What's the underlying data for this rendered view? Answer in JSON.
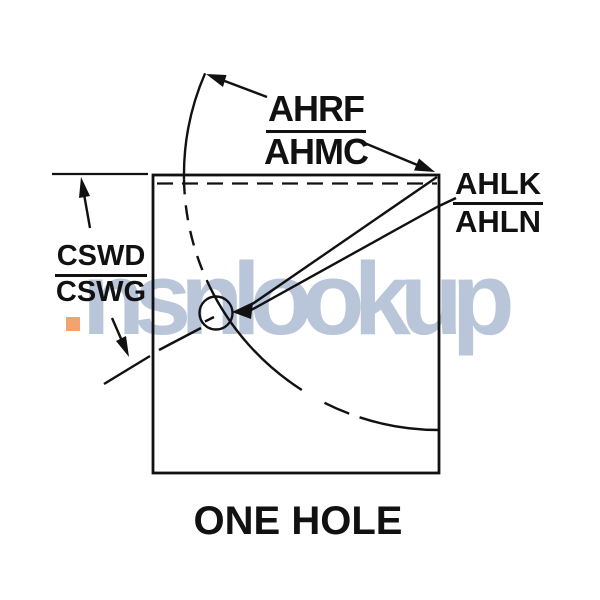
{
  "figure": {
    "caption": "ONE HOLE",
    "type": "technical-dimension-diagram"
  },
  "labels": {
    "top": {
      "primary": "AHRF",
      "secondary": "AHMC"
    },
    "right": {
      "primary": "AHLK",
      "secondary": "AHLN"
    },
    "left": {
      "primary": "CSWD",
      "secondary": "CSWG"
    }
  },
  "watermark": {
    "text": "nsnlookup",
    "text_color": "#b9c6da",
    "square_color": "#f2a36e"
  },
  "colors": {
    "line": "#111111",
    "background": "#ffffff"
  }
}
